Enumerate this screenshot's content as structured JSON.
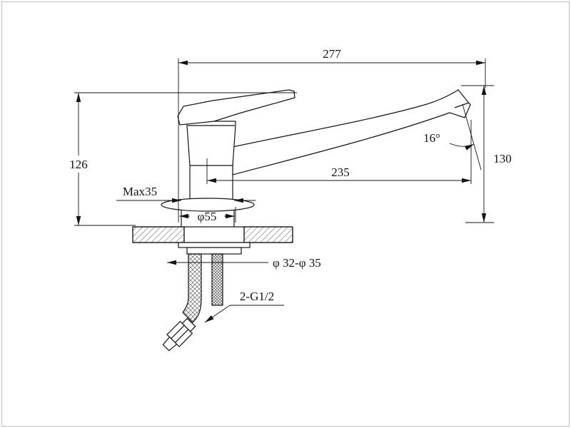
{
  "page": {
    "background": "#ffffff",
    "line_color": "#141414",
    "kind": "technical dimension drawing of a single-lever kitchen faucet"
  },
  "drawing": {
    "labels": {
      "overall_reach": "277",
      "height_to_handle": "126",
      "spout_height": "130",
      "spout_reach": "235",
      "aerator_angle": "16°",
      "max_deck_thickness": "Max35",
      "base_diameter": "φ55",
      "hole_diameter": "φ 32-φ 35",
      "inlet_thread": "2-G1/2"
    }
  }
}
